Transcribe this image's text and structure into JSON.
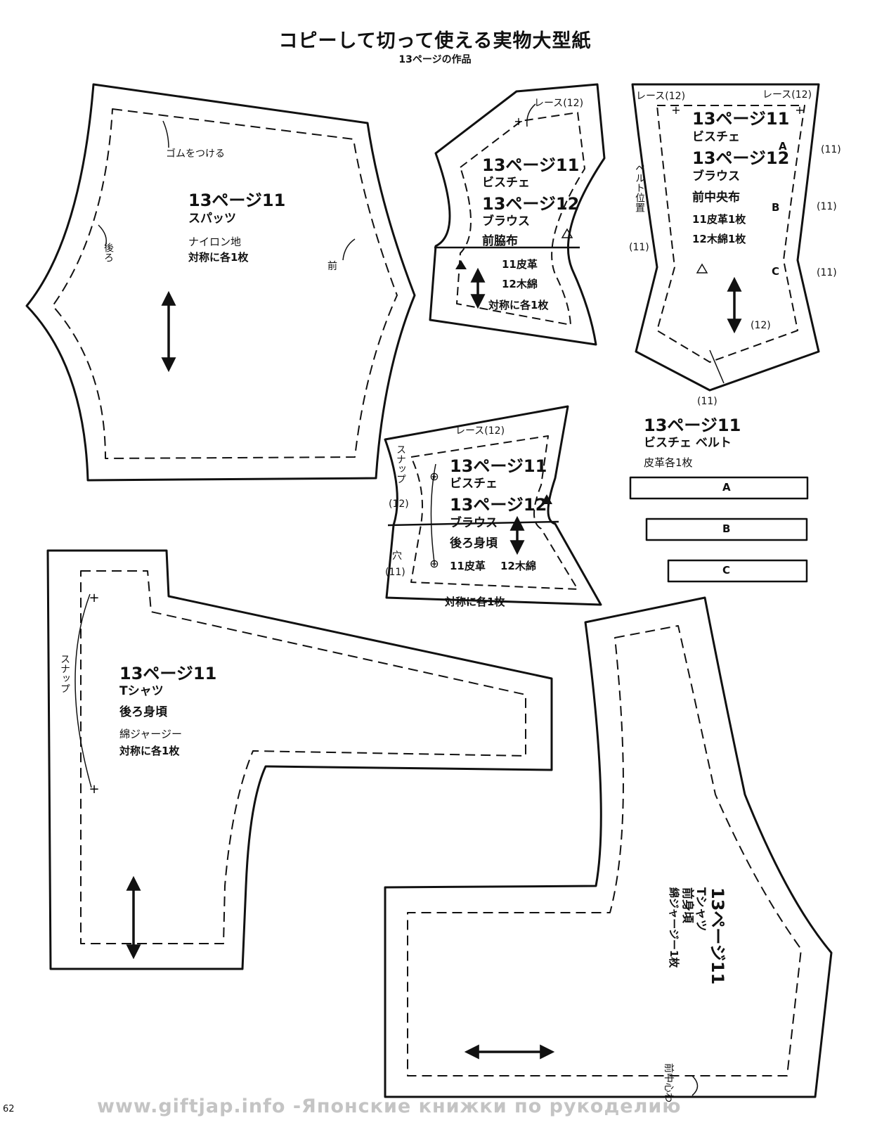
{
  "header": {
    "title": "コピーして切って使える実物大型紙",
    "subtitle": "13ページの作品"
  },
  "pieces": {
    "spats": {
      "page_ref": "13ページ11",
      "name": "スパッツ",
      "fabric": "ナイロン地",
      "cut": "対称に各1枚",
      "note_elastic": "ゴムをつける",
      "note_back": "後ろ",
      "note_front": "前"
    },
    "side_front": {
      "ref1": "13ページ11",
      "name1": "ビスチェ",
      "ref2": "13ページ12",
      "name2": "ブラウス",
      "part": "前脇布",
      "fabric1": "11皮革",
      "fabric2": "12木綿",
      "cut": "対称に各1枚",
      "lace": "レース(12)"
    },
    "center_front": {
      "ref1": "13ページ11",
      "name1": "ビスチェ",
      "ref2": "13ページ12",
      "name2": "ブラウス",
      "part": "前中央布",
      "fabric1": "11皮革1枚",
      "fabric2": "12木綿1枚",
      "lace_left": "レース(12)",
      "lace_right": "レース(12)",
      "belt_pos": "ベルト位置",
      "mark_a": "A",
      "mark_b": "B",
      "mark_c": "C",
      "m11_a": "(11)",
      "m11_b": "(11)",
      "m11_c": "(11)",
      "m11_left": "(11)",
      "m12_bottom": "(12)",
      "m11_bottom": "(11)"
    },
    "back_bodice": {
      "ref1": "13ページ11",
      "name1": "ビスチェ",
      "ref2": "13ページ12",
      "name2": "ブラウス",
      "part": "後ろ身頃",
      "fabric1": "11皮革",
      "fabric2": "12木綿",
      "cut": "対称に各1枚",
      "lace": "レース(12)",
      "snap": "スナップ",
      "snap_num": "(12)",
      "hole": "穴",
      "hole_num": "(11)"
    },
    "belt": {
      "ref": "13ページ11",
      "name": "ビスチェ ベルト",
      "cut": "皮革各1枚",
      "strips": [
        "A",
        "B",
        "C"
      ]
    },
    "tshirt_back": {
      "ref": "13ページ11",
      "name": "Tシャツ",
      "part": "後ろ身頃",
      "fabric": "綿ジャージー",
      "cut": "対称に各1枚",
      "snap": "スナップ"
    },
    "tshirt_front": {
      "ref": "13ページ11",
      "name": "Tシャツ",
      "part": "前身頃",
      "fabric": "綿ジャージー1枚",
      "center": "前中心わ"
    }
  },
  "footer": {
    "page_number": "62",
    "watermark": "www.giftjap.info -Японские книжки по рукоделию"
  }
}
